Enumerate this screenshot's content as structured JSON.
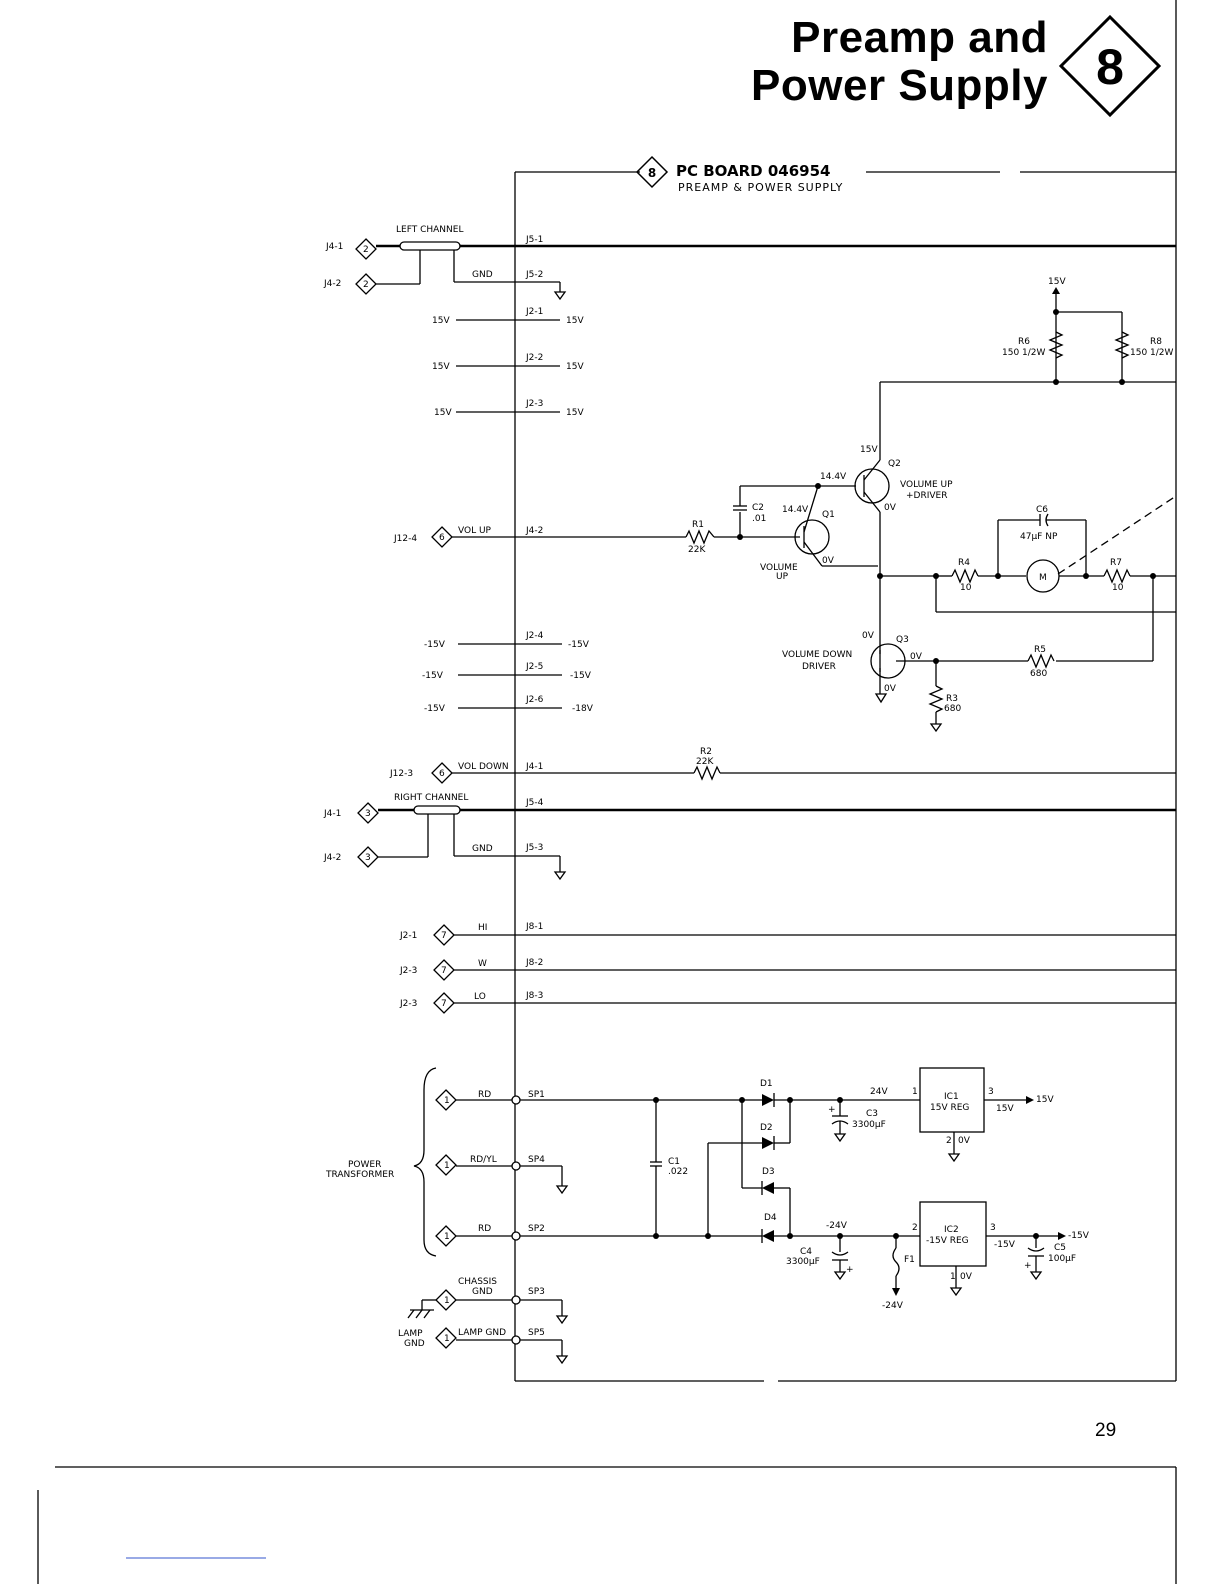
{
  "header": {
    "title_line1": "Preamp and",
    "title_line2": "Power Supply",
    "section_number": "8"
  },
  "board": {
    "badge": "8",
    "title": "PC BOARD 046954",
    "subtitle": "PREAMP & POWER SUPPLY"
  },
  "connectors": {
    "left_top": "J4-1",
    "left_top_num": "2",
    "left_gnd": "J4-2",
    "left_gnd_num": "2",
    "left_channel": "LEFT CHANNEL",
    "gnd": "GND",
    "j5_1": "J5-1",
    "j5_2": "J5-2",
    "j2_1": "J2-1",
    "j2_2": "J2-2",
    "j2_3": "J2-3",
    "j2_4": "J2-4",
    "j2_5": "J2-5",
    "j2_6": "J2-6",
    "v15": "15V",
    "vm15": "-15V",
    "vm18": "-18V",
    "j12_4": "J12-4",
    "j12_4_num": "6",
    "vol_up": "VOL UP",
    "j4_2": "J4-2",
    "j12_3": "J12-3",
    "j12_3_num": "6",
    "vol_down": "VOL DOWN",
    "j4_1": "J4-1",
    "right_channel": "RIGHT CHANNEL",
    "right_top": "J4-1",
    "right_top_num": "3",
    "right_gnd": "J4-2",
    "right_gnd_num": "3",
    "j5_4": "J5-4",
    "j5_3": "J5-3",
    "j2_1b": "J2-1",
    "j2_3b": "J2-3",
    "j2_3c": "J2-3",
    "num7": "7",
    "hi": "HI",
    "w": "W",
    "lo": "LO",
    "j8_1": "J8-1",
    "j8_2": "J8-2",
    "j8_3": "J8-3",
    "num1": "1",
    "rd": "RD",
    "rd_yl": "RD/YL",
    "rd2": "RD",
    "sp1": "SP1",
    "sp4": "SP4",
    "sp2": "SP2",
    "sp3": "SP3",
    "sp5": "SP5",
    "power": "POWER",
    "transformer": "TRANSFORMER",
    "chassis": "CHASSIS",
    "chassis_gnd": "GND",
    "lamp": "LAMP",
    "lamp_gnd2": "GND",
    "lamp_gnd": "LAMP GND"
  },
  "components": {
    "r1": "R1",
    "r1_val": "22K",
    "r2": "R2",
    "r2_val": "22K",
    "r3": "R3",
    "r3_val": "680",
    "r4": "R4",
    "r4_val": "10",
    "r5": "R5",
    "r5_val": "680",
    "r6": "R6",
    "r6_val": "150 1/2W",
    "r7": "R7",
    "r7_val": "10",
    "r8": "R8",
    "r8_val": "150 1/2W",
    "c1": "C1",
    "c1_val": ".022",
    "c2": "C2",
    "c2_val": ".01",
    "c3": "C3",
    "c3_val": "3300µF",
    "c4": "C4",
    "c4_val": "3300µF",
    "c5": "C5",
    "c5_val": "100µF",
    "c6": "C6",
    "c6_val": "47µF NP",
    "q1": "Q1",
    "q1_label1": "VOLUME",
    "q1_label2": "UP",
    "q2": "Q2",
    "q2_label1": "VOLUME UP",
    "q2_label2": "+DRIVER",
    "q3": "Q3",
    "q3_label1": "VOLUME DOWN",
    "q3_label2": "DRIVER",
    "motor": "M",
    "v14_4a": "14.4V",
    "v14_4b": "14.4V",
    "v15q2": "15V",
    "v0a": "0V",
    "v0b": "0V",
    "v0c": "0V",
    "v0d": "0V",
    "v0e": "0V",
    "v15top": "15V",
    "d1": "D1",
    "d2": "D2",
    "d3": "D3",
    "d4": "D4",
    "ic1": "IC1",
    "ic1_val": "15V REG",
    "ic2": "IC2",
    "ic2_val": "-15V REG",
    "pin1": "1",
    "pin2": "2",
    "pin3": "3",
    "pin2b": "2",
    "pin3b": "3",
    "pin1b": "1",
    "v24": "24V",
    "vm24": "-24V",
    "vm24b": "-24V",
    "v15out": "15V",
    "v15out2": "15V",
    "vm15out": "-15V",
    "vm15out2": "-15V",
    "ov_ic1": "0V",
    "ov_ic2": "0V",
    "f1": "F1"
  },
  "footer": {
    "page_number": "29"
  }
}
